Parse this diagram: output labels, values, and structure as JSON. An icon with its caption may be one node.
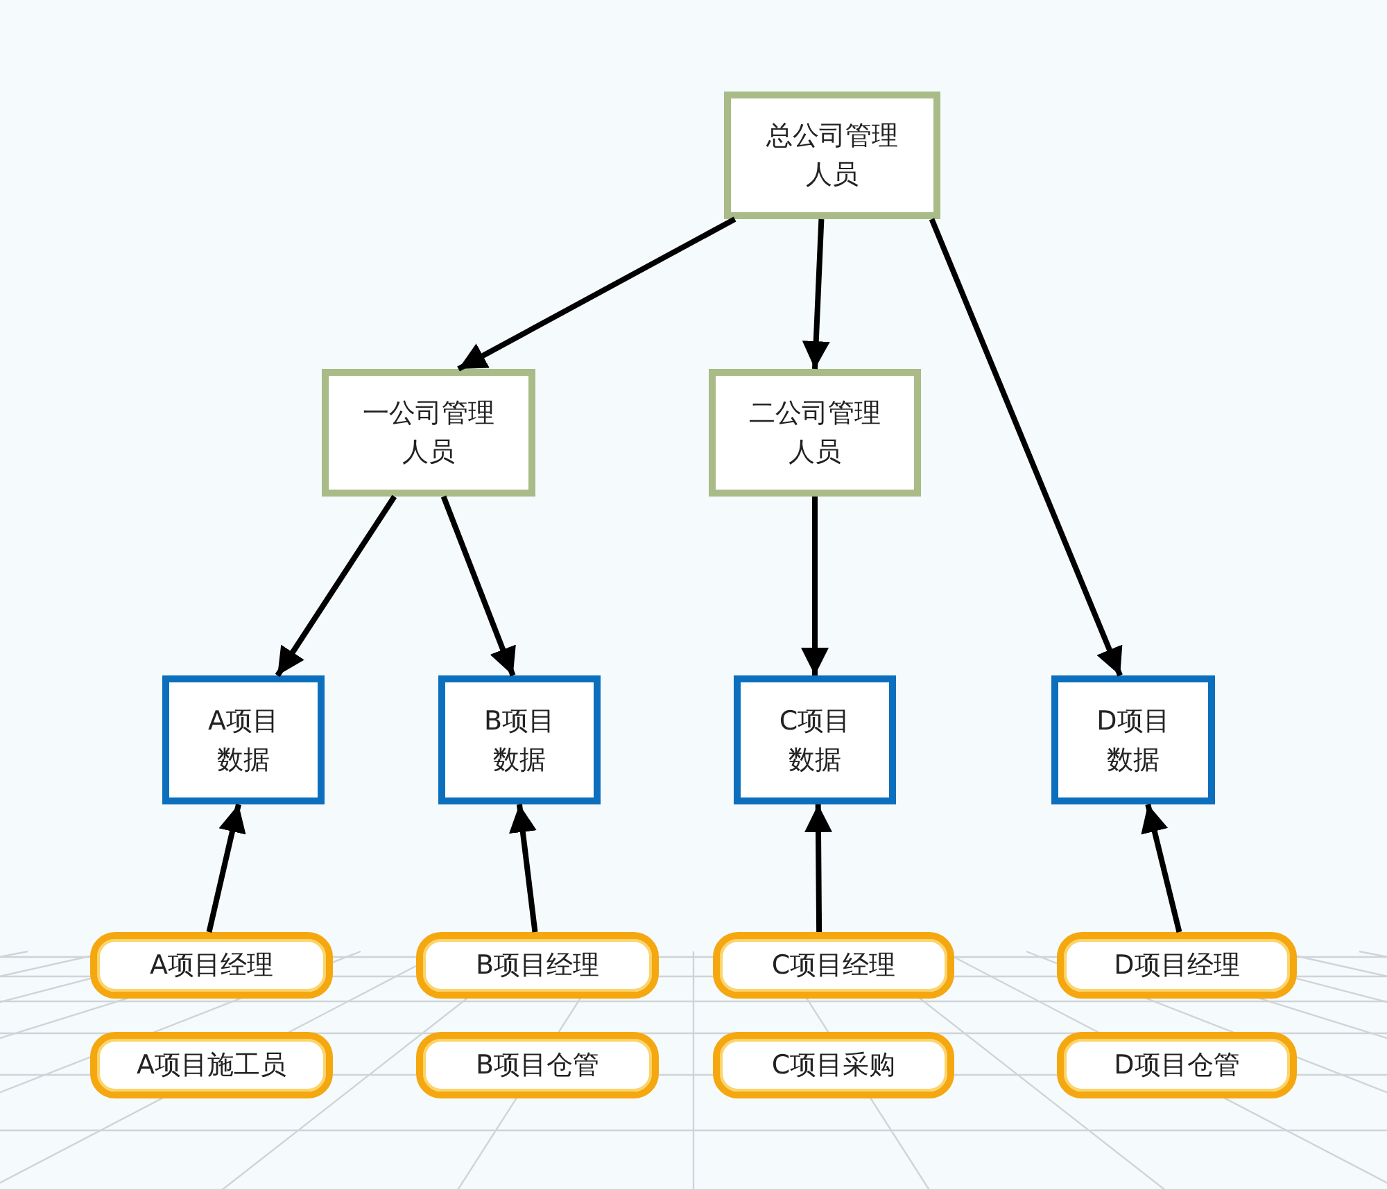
{
  "diagram": {
    "nodes": [
      {
        "text": [
          "总公司管理人员"
        ]
      },
      {
        "text": [
          "一公司管理人员"
        ]
      },
      {
        "text": [
          "二公司管理人员"
        ]
      },
      {
        "text": [
          "A项目数据"
        ]
      },
      {
        "text": [
          "B项目数据"
        ]
      },
      {
        "text": [
          "C项目数据"
        ]
      },
      {
        "text": [
          "D项目数据"
        ]
      },
      {
        "text": [
          "A项目经理"
        ]
      },
      {
        "text": [
          "A项目施工员"
        ]
      },
      {
        "text": [
          "B项目经理"
        ]
      },
      {
        "text": [
          "B项目仓管"
        ]
      },
      {
        "text": [
          "C项目经理"
        ]
      },
      {
        "text": [
          "C项目采购"
        ]
      },
      {
        "text": [
          "D项目经理"
        ]
      },
      {
        "text": [
          "D项目仓管"
        ]
      }
    ],
    "edges": [
      {
        "from": 0,
        "to": 1,
        "arrow": "to"
      },
      {
        "from": 0,
        "to": 2,
        "arrow": "to"
      },
      {
        "from": 0,
        "to": 6,
        "arrow": "to"
      },
      {
        "from": 1,
        "to": 3,
        "arrow": "to"
      },
      {
        "from": 1,
        "to": 4,
        "arrow": "to"
      },
      {
        "from": 2,
        "to": 5,
        "arrow": "to"
      },
      {
        "from": 7,
        "to": 3,
        "arrow": "to"
      },
      {
        "from": 9,
        "to": 4,
        "arrow": "to"
      },
      {
        "from": 11,
        "to": 5,
        "arrow": "to"
      },
      {
        "from": 13,
        "to": 6,
        "arrow": "to"
      }
    ]
  }
}
